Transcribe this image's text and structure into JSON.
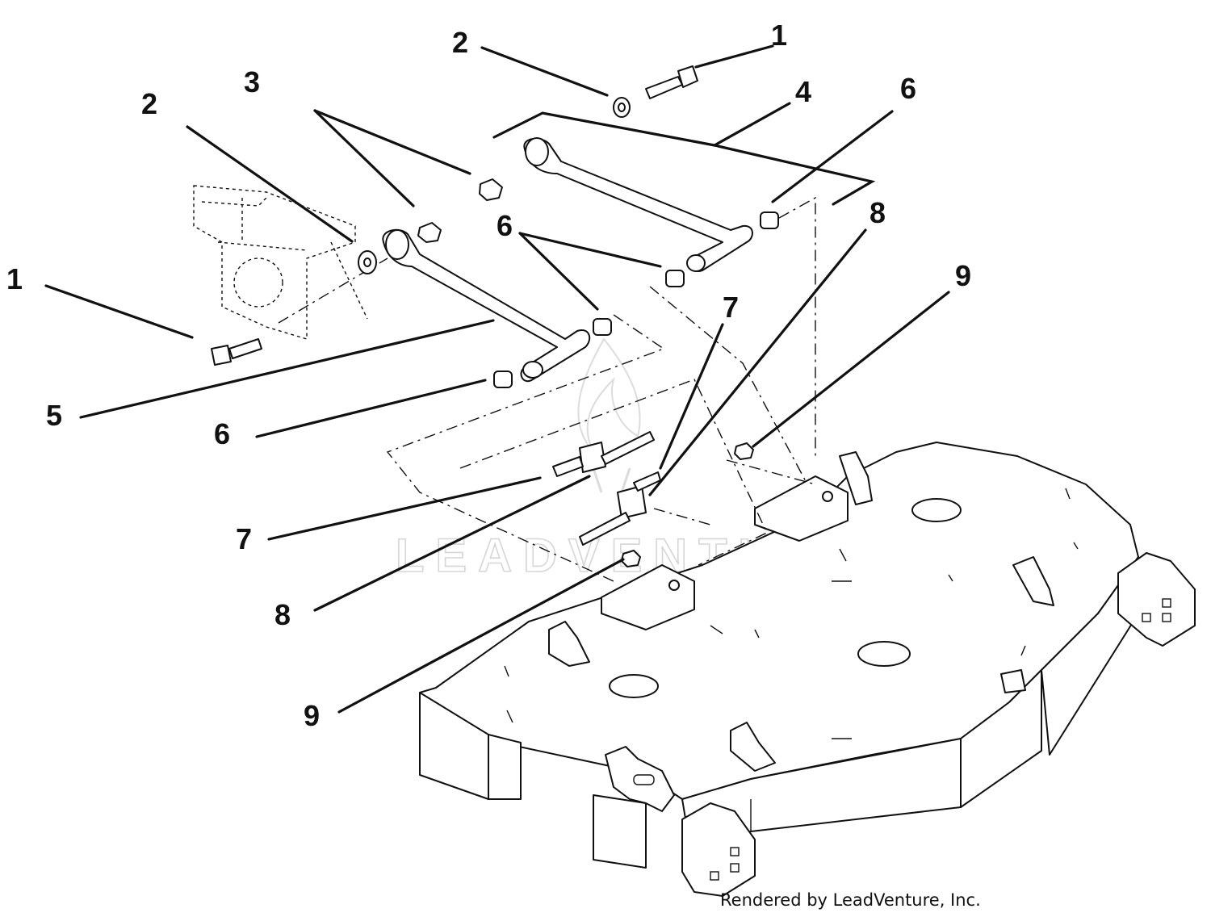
{
  "diagram": {
    "callouts": [
      {
        "id": "c1a",
        "label": "1"
      },
      {
        "id": "c1b",
        "label": "1"
      },
      {
        "id": "c2a",
        "label": "2"
      },
      {
        "id": "c2b",
        "label": "2"
      },
      {
        "id": "c3",
        "label": "3"
      },
      {
        "id": "c4",
        "label": "4"
      },
      {
        "id": "c5",
        "label": "5"
      },
      {
        "id": "c6a",
        "label": "6"
      },
      {
        "id": "c6b",
        "label": "6"
      },
      {
        "id": "c6c",
        "label": "6"
      },
      {
        "id": "c7a",
        "label": "7"
      },
      {
        "id": "c7b",
        "label": "7"
      },
      {
        "id": "c8a",
        "label": "8"
      },
      {
        "id": "c8b",
        "label": "8"
      },
      {
        "id": "c9a",
        "label": "9"
      },
      {
        "id": "c9b",
        "label": "9"
      }
    ],
    "watermark": "LEADVENTURE",
    "credit": "Rendered by LeadVenture, Inc."
  }
}
